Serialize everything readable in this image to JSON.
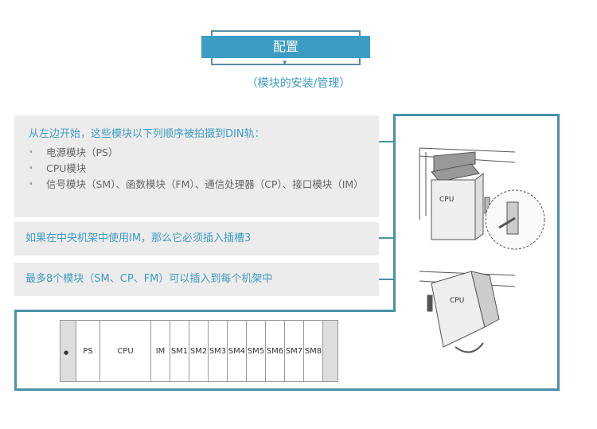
{
  "header": {
    "title": "配置",
    "subtitle": "（模块的安装/管理）"
  },
  "panels": {
    "order": {
      "heading": "从左边开始，这些模块以下列顺序被拍摄到DIN轨：",
      "items": [
        "电源模块（PS）",
        "CPU模块",
        "信号模块（SM）、函数模块（FM）、通信处理器（CP）、接口模块（IM）"
      ]
    },
    "im_rule": "如果在中央机架中使用IM，那么它必须插入插槽3",
    "max_rule": "最多8个模块（SM、CP、FM）可以插入到每个机架中"
  },
  "illustration": {
    "cpu_label_top": "CPU",
    "cpu_label_bottom": "CPU"
  },
  "rack": {
    "slots": [
      "PS",
      "CPU",
      "IM",
      "SM1",
      "SM2",
      "SM3",
      "SM4",
      "SM5",
      "SM6",
      "SM7",
      "SM8"
    ]
  },
  "colors": {
    "accent": "#3d9cc4",
    "frame": "#4a90a8",
    "panel": "#ececec"
  }
}
